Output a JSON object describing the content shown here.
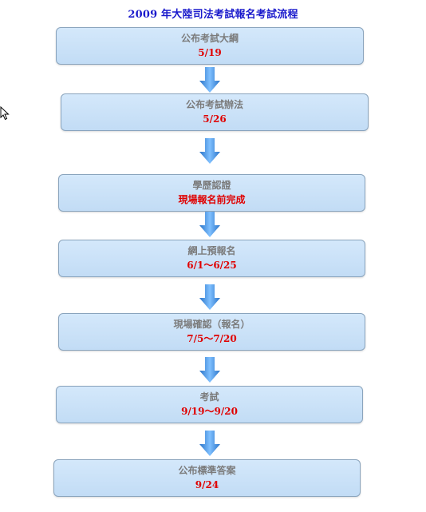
{
  "title": "2009 年大陸司法考試報名考試流程",
  "steps": [
    {
      "label": "公布考試大綱",
      "date": "5/19"
    },
    {
      "label": "公布考試辦法",
      "date": "5/26"
    },
    {
      "label": "學歷認證",
      "date": "現場報名前完成"
    },
    {
      "label": "網上預報名",
      "date": "6/1～6/25"
    },
    {
      "label": "現場確認（報名）",
      "date": "7/5～7/20"
    },
    {
      "label": "考試",
      "date": "9/19～9/20"
    },
    {
      "label": "公布標準答案",
      "date": "9/24"
    }
  ],
  "colors": {
    "title": "#1a1acc",
    "box_fill": "#c2dcf5",
    "box_border": "#8aa4bd",
    "label": "#7b7b7b",
    "date": "#e00000",
    "arrow": "#3d8fe0"
  },
  "icons": {
    "cursor": "mouse-cursor-icon",
    "arrow": "down-arrow-icon"
  }
}
